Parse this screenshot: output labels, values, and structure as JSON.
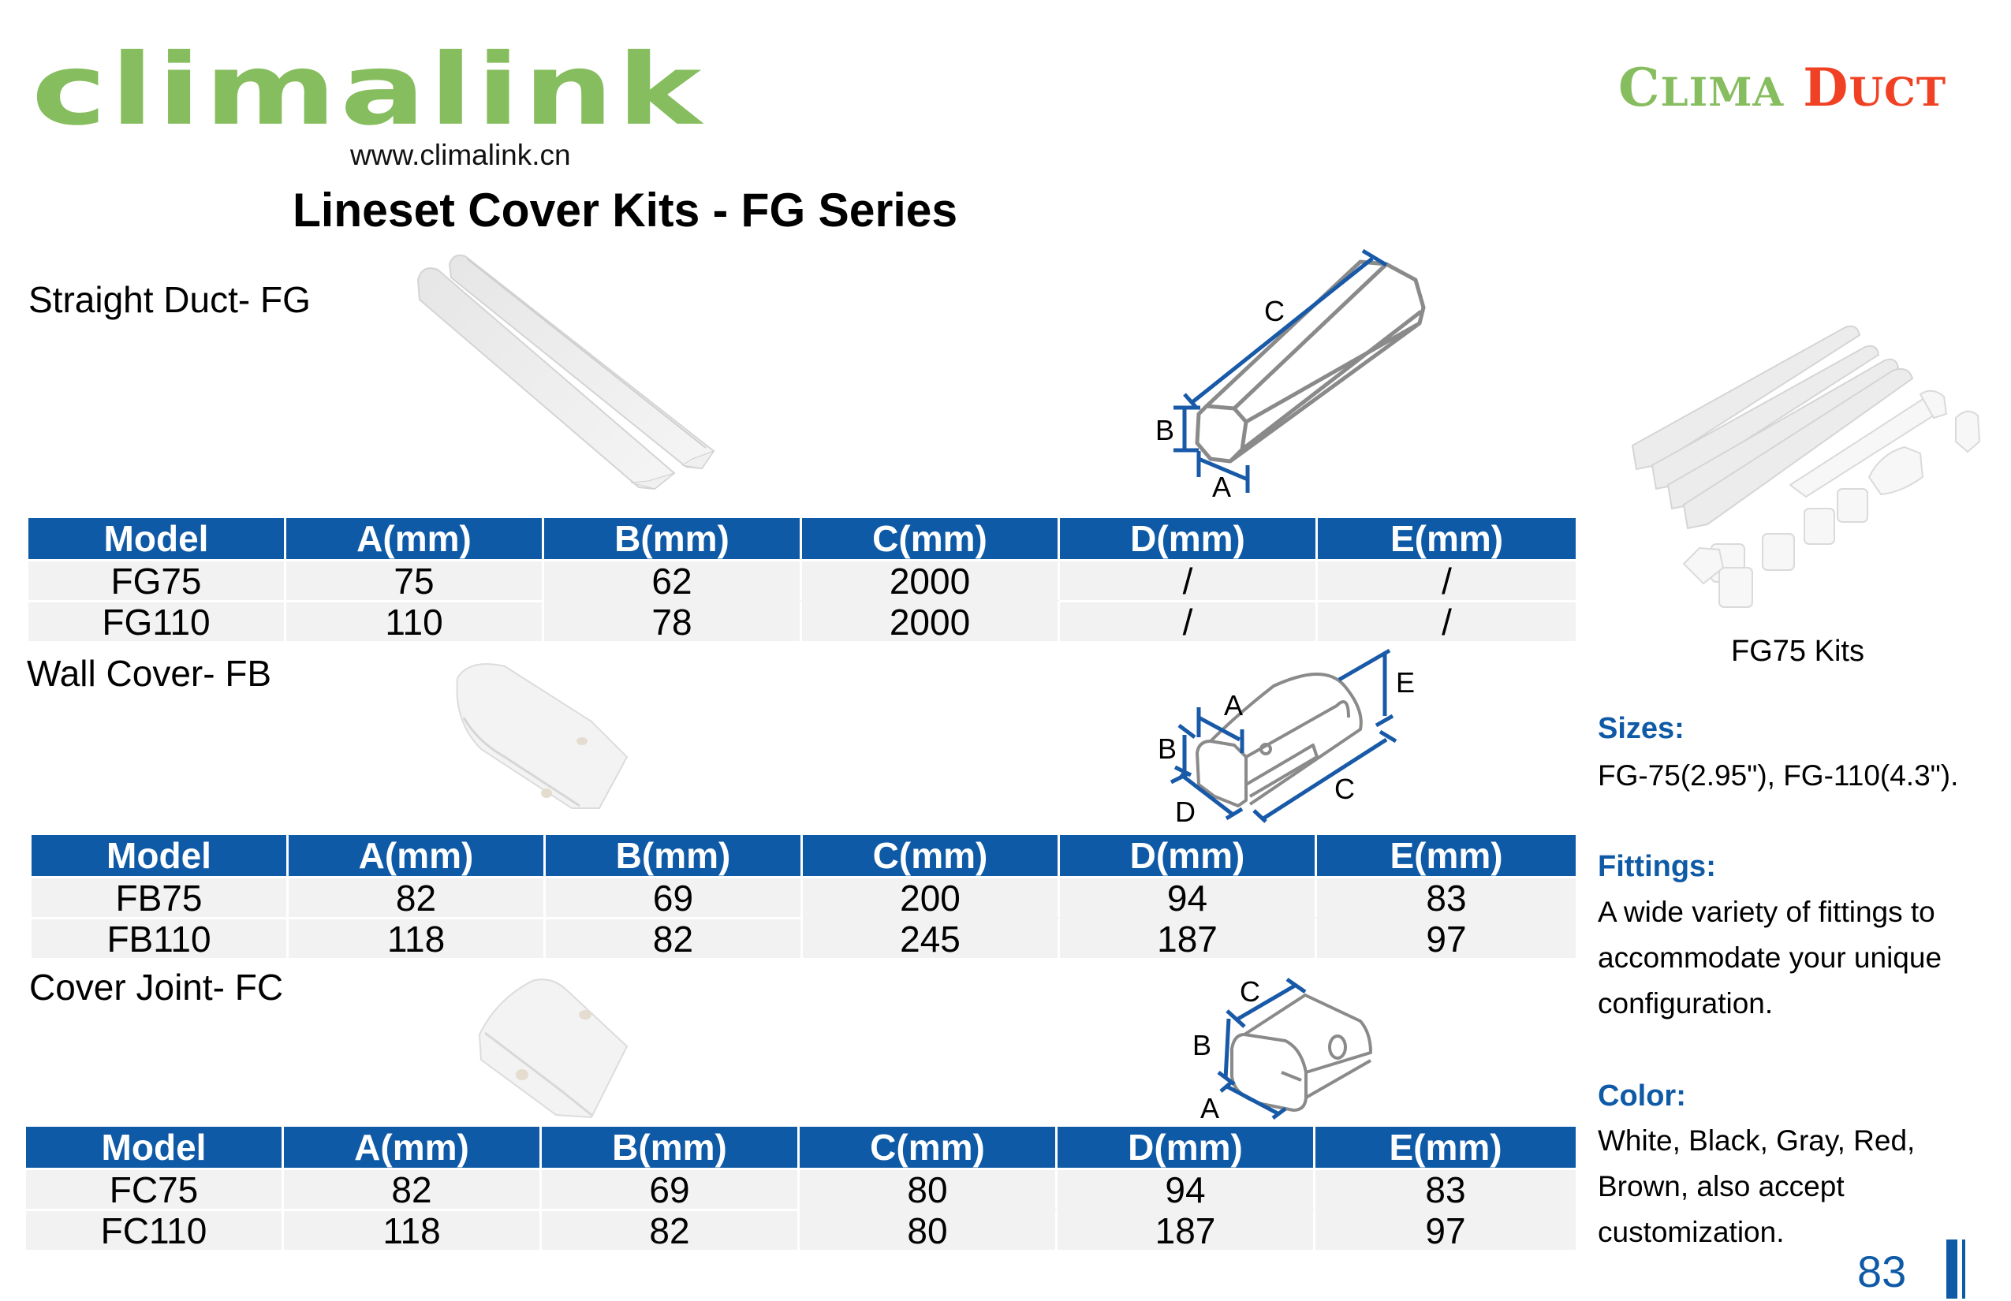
{
  "header": {
    "logo_text": "climalink",
    "website": "www.climalink.cn",
    "brand_part1_initial": "C",
    "brand_part1_rest": "LIMA",
    "brand_part2_initial": "D",
    "brand_part2_rest": "UCT",
    "page_title": "Lineset Cover Kits - FG Series"
  },
  "colors": {
    "brand_green": "#86BD5E",
    "brand_red": "#F04124",
    "table_header_blue": "#0F5AA6",
    "table_row_gray": "#F2F2F2"
  },
  "sections": [
    {
      "label": "Straight Duct- FG",
      "diagram_labels": [
        "A",
        "B",
        "C"
      ],
      "table": {
        "headers": [
          "Model",
          "A(mm)",
          "B(mm)",
          "C(mm)",
          "D(mm)",
          "E(mm)"
        ],
        "rows": [
          [
            "FG75",
            "75",
            "62",
            "2000",
            "/",
            "/"
          ],
          [
            "FG110",
            "110",
            "78",
            "2000",
            "/",
            "/"
          ]
        ]
      }
    },
    {
      "label": "Wall Cover- FB",
      "diagram_labels": [
        "A",
        "B",
        "C",
        "D",
        "E"
      ],
      "table": {
        "headers": [
          "Model",
          "A(mm)",
          "B(mm)",
          "C(mm)",
          "D(mm)",
          "E(mm)"
        ],
        "rows": [
          [
            "FB75",
            "82",
            "69",
            "200",
            "94",
            "83"
          ],
          [
            "FB110",
            "118",
            "82",
            "245",
            "187",
            "97"
          ]
        ]
      }
    },
    {
      "label": "Cover Joint- FC",
      "diagram_labels": [
        "A",
        "B",
        "C"
      ],
      "table": {
        "headers": [
          "Model",
          "A(mm)",
          "B(mm)",
          "C(mm)",
          "D(mm)",
          "E(mm)"
        ],
        "rows": [
          [
            "FC75",
            "82",
            "69",
            "80",
            "94",
            "83"
          ],
          [
            "FC110",
            "118",
            "82",
            "80",
            "187",
            "97"
          ]
        ]
      }
    }
  ],
  "sidebar": {
    "kits_caption": "FG75 Kits",
    "sizes_heading": "Sizes:",
    "sizes_text": "FG-75(2.95\"), FG-110(4.3\").",
    "fittings_heading": "Fittings:",
    "fittings_text": "A wide variety of fittings to accommodate your unique configuration.",
    "color_heading": "Color:",
    "color_text": "White, Black, Gray, Red, Brown, also accept customization."
  },
  "footer": {
    "page_number": "83"
  }
}
